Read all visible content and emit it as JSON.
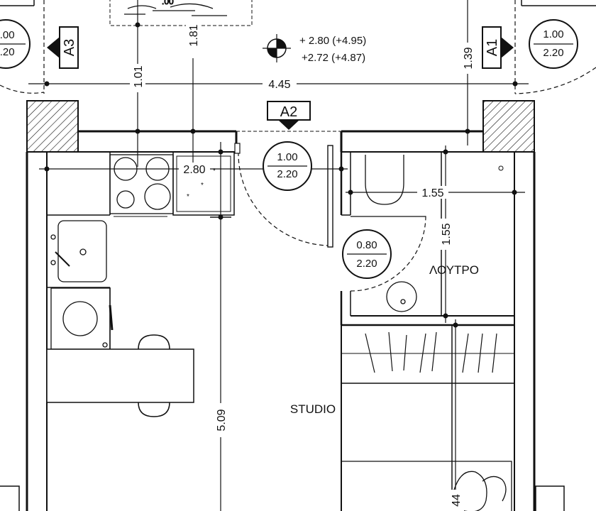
{
  "section_markers": {
    "a1": "A1",
    "a2": "A2",
    "a3": "A3"
  },
  "door_tags": {
    "left_width": "1.00",
    "left_height": "2.20",
    "right_width": "1.00",
    "right_height": "2.20",
    "entry_width": "1.00",
    "entry_height": "2.20",
    "bath_width": "0.80",
    "bath_height": "2.20"
  },
  "level": {
    "upper": "+ 2.80 (+4.95)",
    "lower": "+2.72 (+4.87)"
  },
  "dimensions": {
    "top_width": "4.45",
    "left_1": "1.01",
    "left_2": "1.81",
    "right_1": "1.39",
    "kitchen_height": "2.80",
    "bath_width": "1.55",
    "bath_depth": "1.55",
    "studio_depth": "5.09",
    "bottom_partial": "44"
  },
  "rooms": {
    "bathroom": "ΛΟΥΤΡΟ",
    "studio": "STUDIO"
  },
  "partial_top": ".00"
}
